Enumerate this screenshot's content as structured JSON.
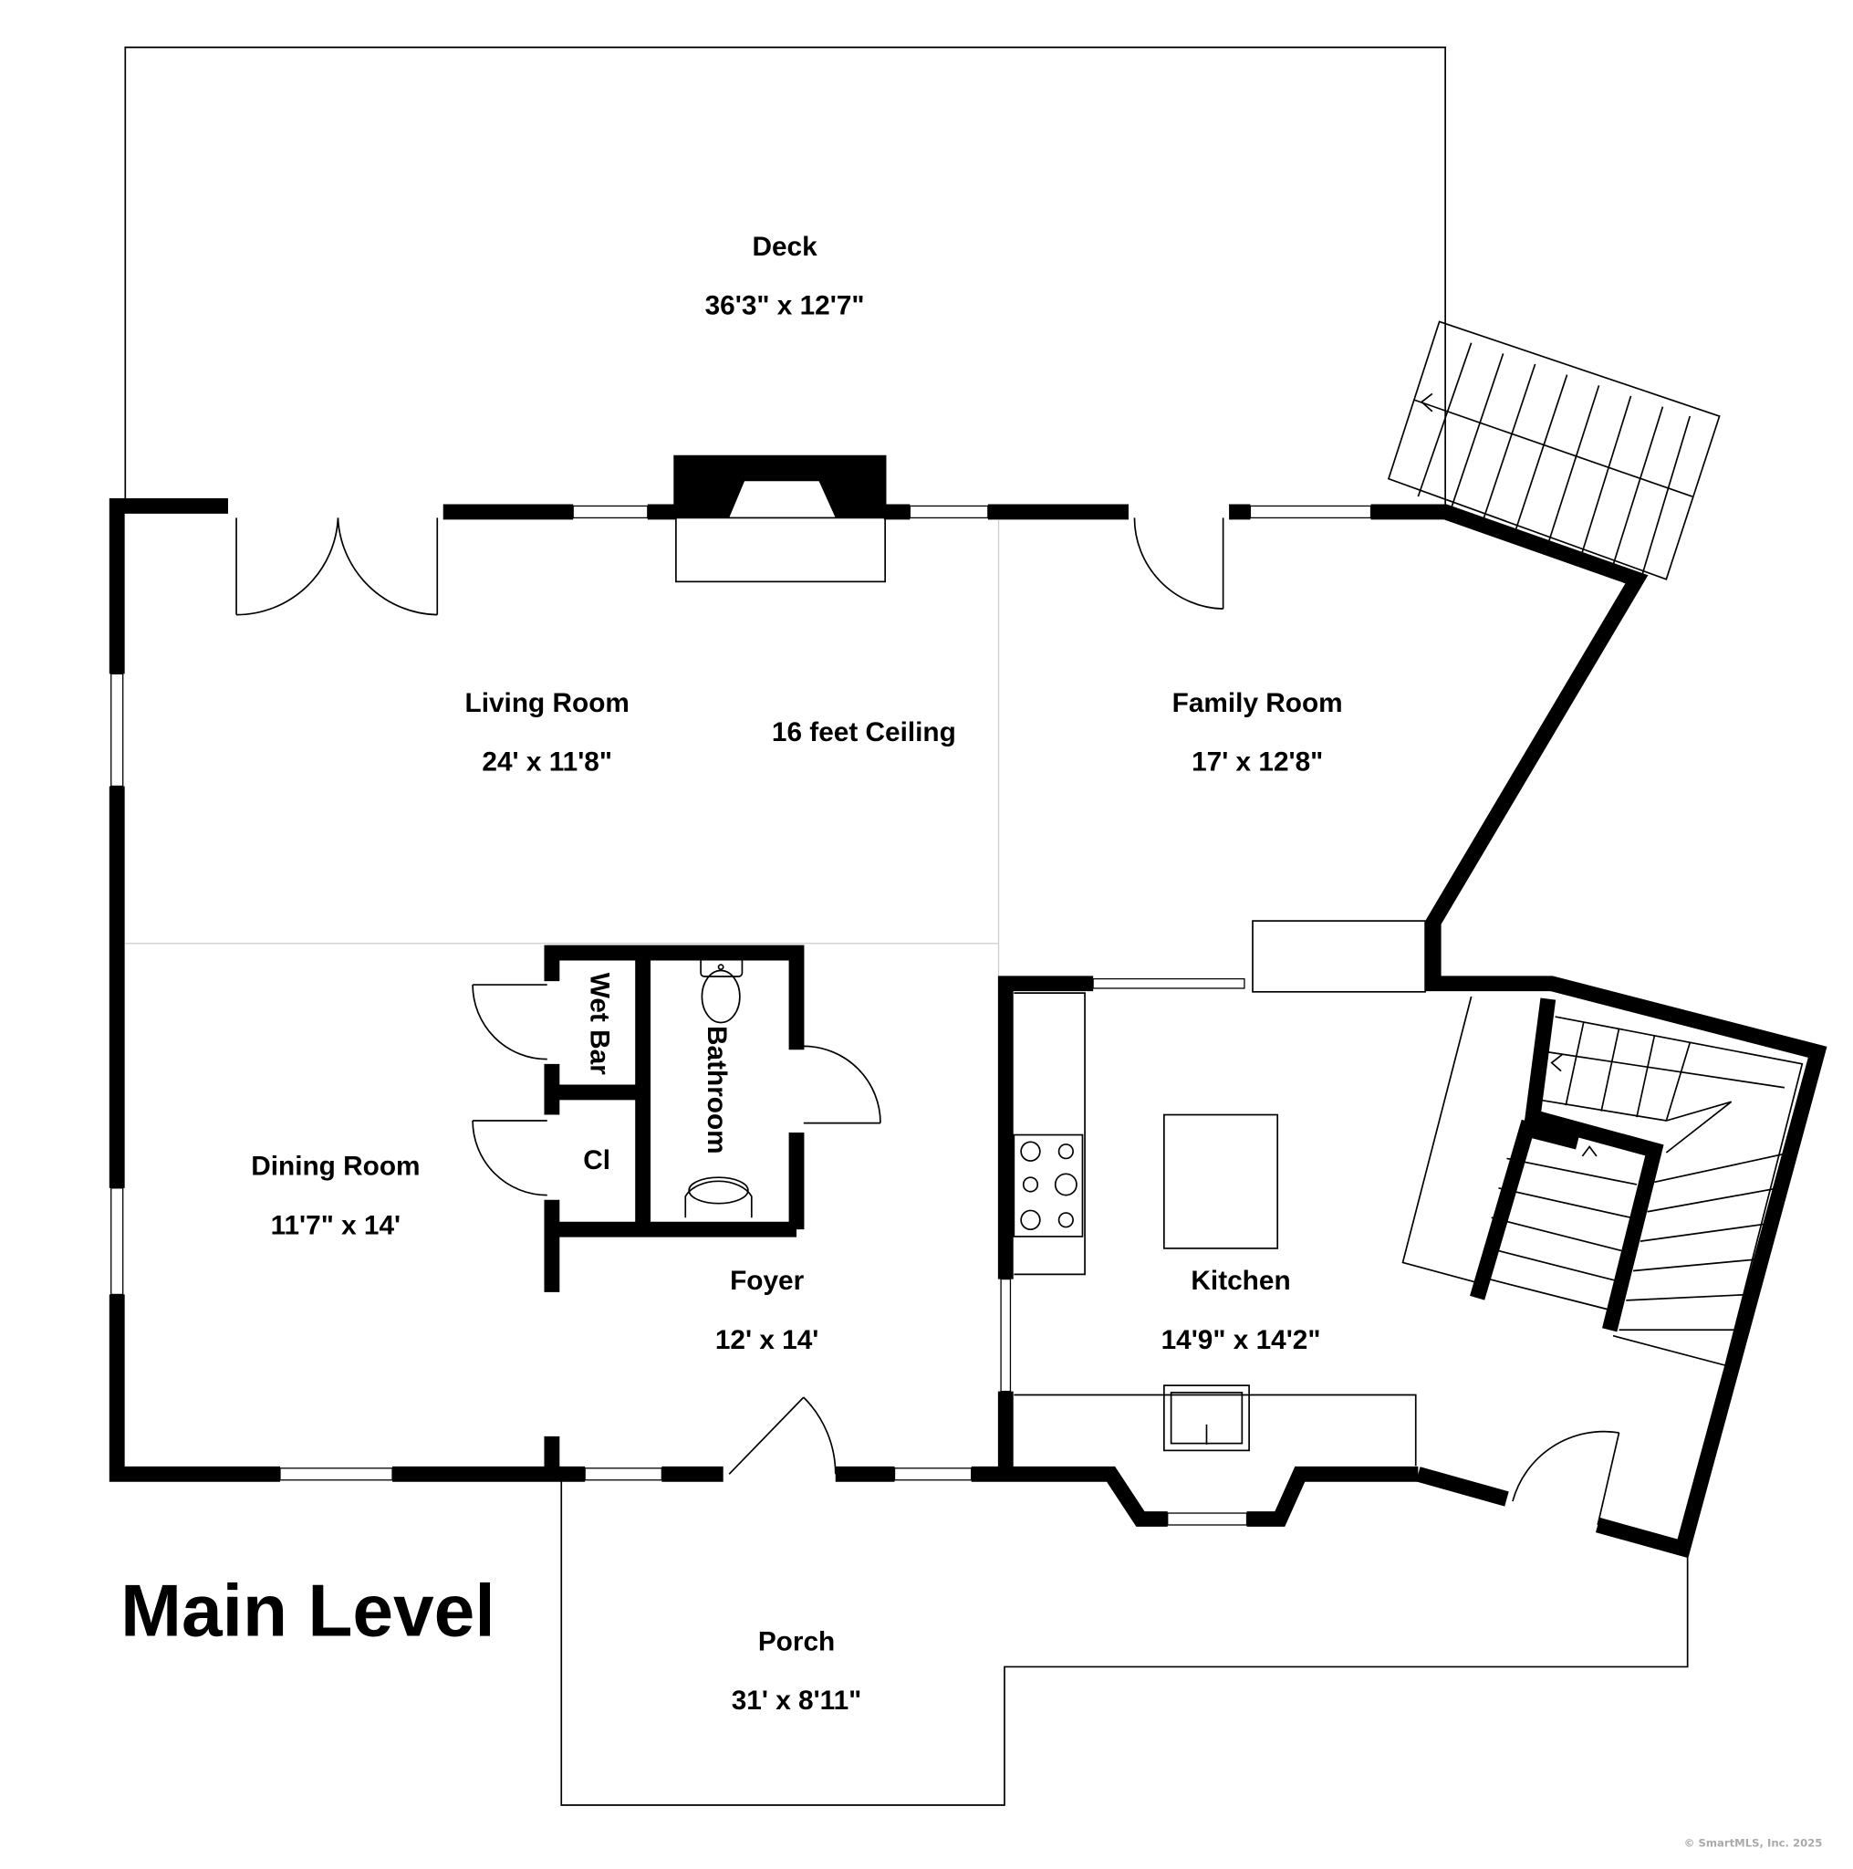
{
  "title": "Main Level",
  "copyright": "© SmartMLS, Inc.  2025",
  "rooms": [
    {
      "name": "Deck",
      "size": "36'3\" x 12'7\""
    },
    {
      "name": "Living Room",
      "size": "24' x 11'8\""
    },
    {
      "name": "Family Room",
      "size": "17' x 12'8\""
    },
    {
      "name": "Dining Room",
      "size": "11'7\" x 14'"
    },
    {
      "name": "Foyer",
      "size": "12' x 14'"
    },
    {
      "name": "Kitchen",
      "size": "14'9\" x 14'2\""
    },
    {
      "name": "Porch",
      "size": "31' x 8'11\""
    },
    {
      "name": "Wet Bar"
    },
    {
      "name": "Bathroom"
    },
    {
      "name": "Cl"
    }
  ],
  "note": "16 feet  Ceiling"
}
